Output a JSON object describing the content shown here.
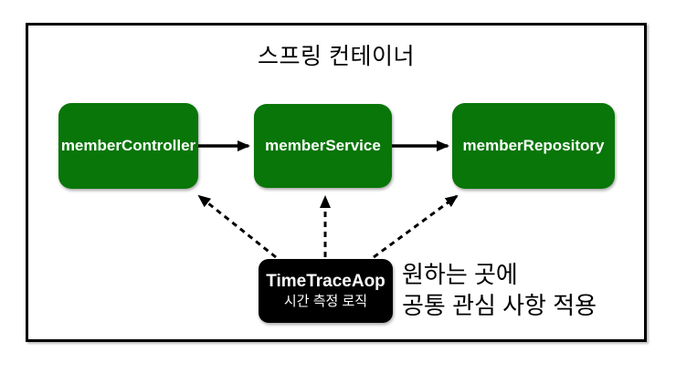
{
  "diagram": {
    "title": "스프링 컨테이너",
    "nodes": [
      {
        "id": "memberController",
        "label": "memberController"
      },
      {
        "id": "memberService",
        "label": "memberService"
      },
      {
        "id": "memberRepository",
        "label": "memberRepository"
      }
    ],
    "solid_arrows": [
      {
        "from": "memberController",
        "to": "memberService"
      },
      {
        "from": "memberService",
        "to": "memberRepository"
      }
    ],
    "dashed_arrows": [
      {
        "from": "TimeTraceAop",
        "to": "memberController"
      },
      {
        "from": "TimeTraceAop",
        "to": "memberService"
      },
      {
        "from": "TimeTraceAop",
        "to": "memberRepository"
      }
    ],
    "aop_box": {
      "title": "TimeTraceAop",
      "subtitle": "시간 측정 로직"
    },
    "annotation": {
      "line1": "원하는 곳에",
      "line2": "공통 관심 사항 적용"
    },
    "colors": {
      "node_fill": "#087608",
      "node_text": "#ffffff",
      "aop_fill": "#000000",
      "aop_text": "#ffffff",
      "arrow": "#000000",
      "border": "#000000",
      "background": "#ffffff"
    }
  }
}
